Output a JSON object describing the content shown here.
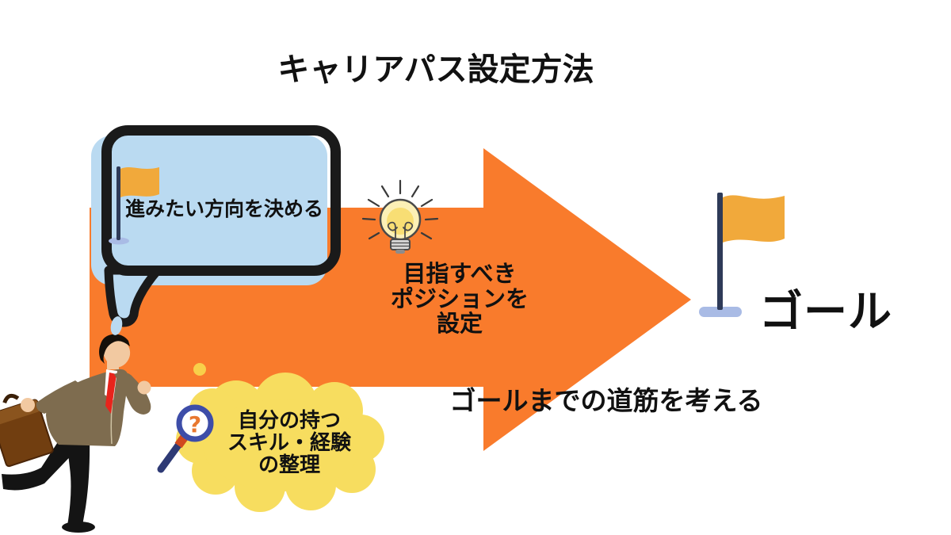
{
  "title": "キャリアパス設定方法",
  "steps": {
    "direction": {
      "label": "進みたい方向を決める"
    },
    "position": {
      "line1": "目指すべき",
      "line2": "ポジションを",
      "line3": "設定"
    },
    "skills": {
      "line1": "自分の持つ",
      "line2": "スキル・経験",
      "line3": "の整理"
    }
  },
  "goal": {
    "label": "ゴール"
  },
  "path_note": {
    "label": "ゴールまでの道筋を考える"
  },
  "icons": {
    "question_mark": "?",
    "names": [
      "flag-icon",
      "lightbulb-icon",
      "magnifier-question-icon",
      "goal-flag-icon",
      "businessman-illustration",
      "speech-bubble",
      "thought-cloud"
    ]
  },
  "colors": {
    "arrow_orange": "#F97B2C",
    "bubble_blue": "#BADAF1",
    "cloud_yellow": "#F7DD5F",
    "flag_orange": "#F1A93B",
    "pole_navy": "#2E3A58",
    "base_lavender": "#A9BBE5",
    "outline_black": "#1A1A1A",
    "text_black": "#111111"
  }
}
